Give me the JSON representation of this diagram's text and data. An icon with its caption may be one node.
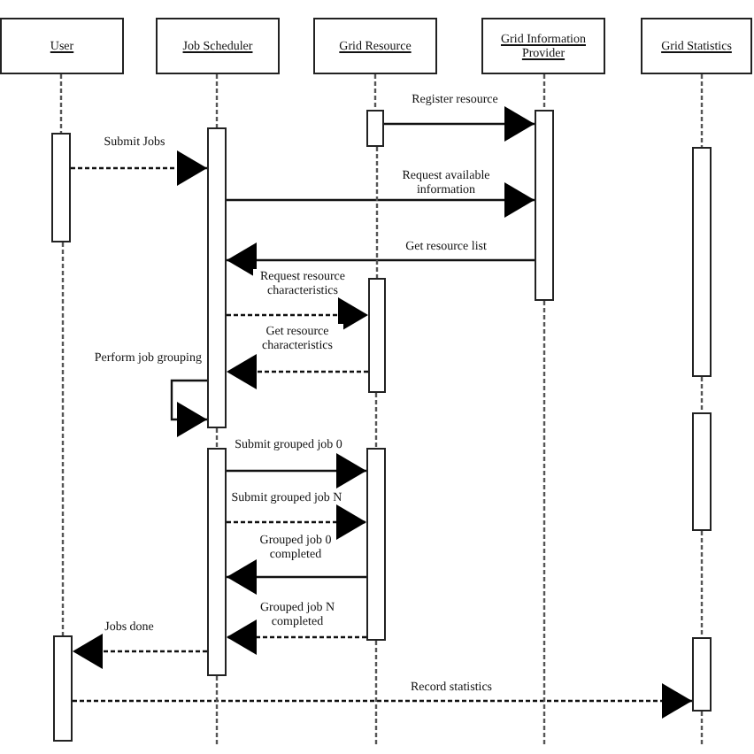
{
  "diagram": {
    "nodes": [
      {
        "text": [
          "User"
        ]
      },
      {
        "text": [
          "Job Scheduler"
        ]
      },
      {
        "text": [
          "Grid Resource"
        ]
      },
      {
        "text": [
          "Grid Information Provider"
        ]
      },
      {
        "text": [
          "Grid Statistics"
        ]
      },
      {
        "text": [],
        "shape": "bar"
      },
      {
        "text": [],
        "shape": "bar"
      },
      {
        "text": [],
        "shape": "bar"
      },
      {
        "text": [],
        "shape": "bar"
      },
      {
        "text": [],
        "shape": "bar"
      },
      {
        "text": [],
        "shape": "bar"
      },
      {
        "text": [],
        "shape": "bar"
      },
      {
        "text": [],
        "shape": "bar"
      },
      {
        "text": [],
        "shape": "bar"
      },
      {
        "text": [],
        "shape": "bar"
      },
      {
        "text": [],
        "shape": "bar"
      }
    ],
    "edges": [
      {
        "from": 5,
        "to": 6,
        "arrow": "to",
        "label": "Register resource"
      },
      {
        "from": 8,
        "to": 7,
        "arrow": "to",
        "label": "Submit Jobs",
        "style": "dashed"
      },
      {
        "from": 7,
        "to": 6,
        "arrow": "to",
        "label": "Request available information"
      },
      {
        "from": 6,
        "to": 7,
        "arrow": "to",
        "label": "Get resource list"
      },
      {
        "from": 7,
        "to": 10,
        "arrow": "to",
        "label": "Request resource characteristics",
        "style": "dashed"
      },
      {
        "from": 10,
        "to": 7,
        "arrow": "to",
        "label": "Get resource characteristics",
        "style": "dashed"
      },
      {
        "from": 7,
        "to": 7,
        "arrow": "to",
        "label": "Perform job grouping"
      },
      {
        "from": 12,
        "to": 13,
        "arrow": "to",
        "label": "Submit grouped job 0"
      },
      {
        "from": 12,
        "to": 13,
        "arrow": "to",
        "label": "Submit grouped job N",
        "style": "dashed"
      },
      {
        "from": 13,
        "to": 12,
        "arrow": "to",
        "label": "Grouped job 0 completed"
      },
      {
        "from": 13,
        "to": 12,
        "arrow": "to",
        "label": "Grouped job N completed",
        "style": "dashed"
      },
      {
        "from": 12,
        "to": 14,
        "arrow": "to",
        "label": "Jobs done",
        "style": "dashed"
      },
      {
        "from": 14,
        "to": 15,
        "arrow": "to",
        "label": "Record statistics",
        "style": "dashed"
      },
      {
        "from": 0,
        "to": 8,
        "arrow": "none",
        "style": "dashed",
        "color": "#555555"
      },
      {
        "from": 8,
        "to": 14,
        "arrow": "none",
        "style": "dashed",
        "color": "#555555"
      },
      {
        "from": 1,
        "to": 7,
        "arrow": "none",
        "style": "dashed",
        "color": "#555555"
      },
      {
        "from": 7,
        "to": 12,
        "arrow": "none",
        "style": "dashed",
        "color": "#555555"
      },
      {
        "from": 12,
        "to": null,
        "arrow": "none",
        "style": "dashed",
        "color": "#555555"
      },
      {
        "from": 2,
        "to": 5,
        "arrow": "none",
        "style": "dashed",
        "color": "#555555"
      },
      {
        "from": 5,
        "to": 10,
        "arrow": "none",
        "style": "dashed",
        "color": "#555555"
      },
      {
        "from": 10,
        "to": 13,
        "arrow": "none",
        "style": "dashed",
        "color": "#555555"
      },
      {
        "from": 13,
        "to": null,
        "arrow": "none",
        "style": "dashed",
        "color": "#555555"
      },
      {
        "from": 3,
        "to": 6,
        "arrow": "none",
        "style": "dashed",
        "color": "#555555"
      },
      {
        "from": 6,
        "to": null,
        "arrow": "none",
        "style": "dashed",
        "color": "#555555"
      },
      {
        "from": 4,
        "to": 9,
        "arrow": "none",
        "style": "dashed",
        "color": "#555555"
      },
      {
        "from": 9,
        "to": 11,
        "arrow": "none",
        "style": "dashed",
        "color": "#555555"
      },
      {
        "from": 11,
        "to": 15,
        "arrow": "none",
        "style": "dashed",
        "color": "#555555"
      },
      {
        "from": 15,
        "to": null,
        "arrow": "none",
        "style": "dashed",
        "color": "#555555"
      }
    ]
  }
}
